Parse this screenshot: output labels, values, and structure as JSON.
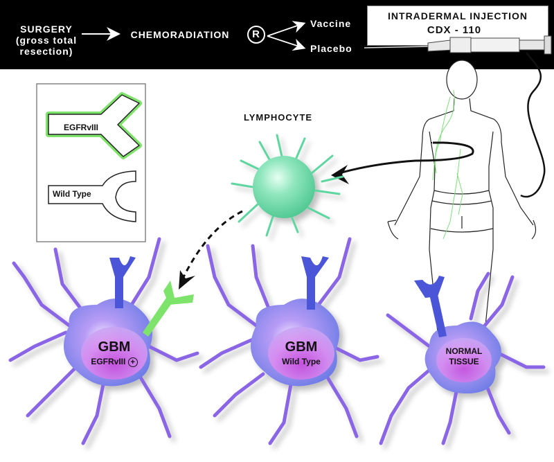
{
  "workflow": {
    "step1_title": "SURGERY",
    "step1_sub1": "(gross total",
    "step1_sub2": "resection)",
    "step2": "CHEMORADIATION",
    "randomize_symbol": "R",
    "arm1": "Vaccine",
    "arm2": "Placebo"
  },
  "injection": {
    "title": "INTRADERMAL INJECTION",
    "drug": "CDX - 110"
  },
  "legend": {
    "mutant_label": "EGFRvIII",
    "wildtype_label": "Wild Type"
  },
  "lymphocyte_label": "LYMPHOCYTE",
  "cells": [
    {
      "title": "GBM",
      "subtitle": "EGFRvIII",
      "marker": "+"
    },
    {
      "title": "GBM",
      "subtitle": "Wild Type"
    },
    {
      "title": "NORMAL",
      "subtitle": "TISSUE"
    }
  ],
  "colors": {
    "background_bar": "#000000",
    "lymphocyte": "#5fd6a0",
    "egfrviii": "#7ee36a",
    "wildtype_receptor": "#4a55d8",
    "cell_body": "#7f86ef",
    "nucleus": "#c05ee0",
    "dendrite": "#8a66e6",
    "lymphatic": "#7fdc7a"
  }
}
